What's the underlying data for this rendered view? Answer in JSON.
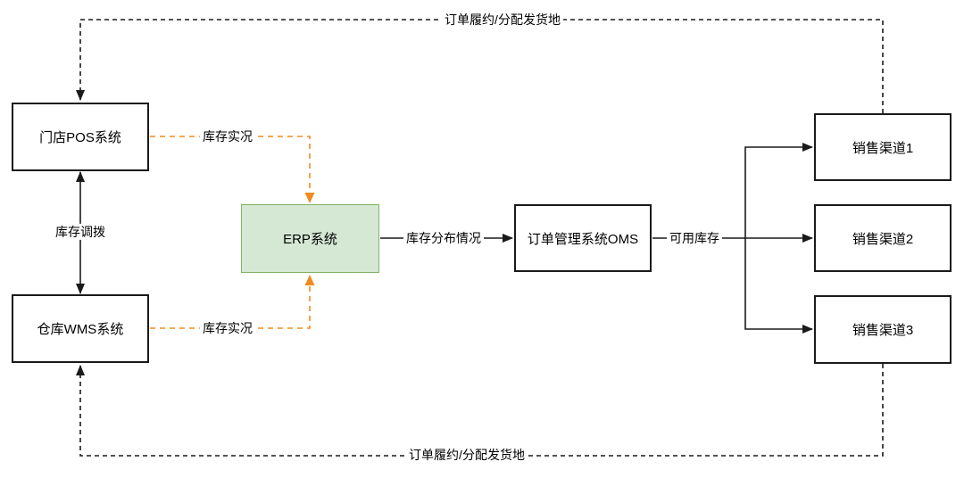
{
  "diagram": {
    "type": "system-architecture-flowchart",
    "colors": {
      "line_black": "#1a1a1a",
      "accent_orange": "#f28b1d",
      "erp_fill_green": "#d5e8d4",
      "erp_border_green": "#82b366",
      "node_fill": "#ffffff",
      "background": "#ffffff"
    },
    "nodes": [
      {
        "id": "pos",
        "label": "门店POS系统"
      },
      {
        "id": "wms",
        "label": "仓库WMS系统"
      },
      {
        "id": "erp",
        "label": "ERP系统"
      },
      {
        "id": "oms",
        "label": "订单管理系统OMS"
      },
      {
        "id": "sc1",
        "label": "销售渠道1"
      },
      {
        "id": "sc2",
        "label": "销售渠道2"
      },
      {
        "id": "sc3",
        "label": "销售渠道3"
      }
    ],
    "edges": [
      {
        "from": "sc1",
        "to": "pos",
        "label": "订单履约/分配发货地",
        "style": "dashed-black",
        "arrow": "into-pos-top"
      },
      {
        "from": "sc3",
        "to": "wms",
        "label": "订单履约/分配发货地",
        "style": "dashed-black",
        "arrow": "into-wms-bottom"
      },
      {
        "from": "pos",
        "to": "wms",
        "label": "库存调拨",
        "style": "solid-black",
        "arrow": "both-ends"
      },
      {
        "from": "pos",
        "to": "erp",
        "label": "库存实况",
        "style": "dashed-orange",
        "arrow": "into-erp-top"
      },
      {
        "from": "wms",
        "to": "erp",
        "label": "库存实况",
        "style": "dashed-orange",
        "arrow": "into-erp-bottom"
      },
      {
        "from": "erp",
        "to": "oms",
        "label": "库存分布情况",
        "style": "solid-black",
        "arrow": "into-oms-left"
      },
      {
        "from": "oms",
        "to": "sc1,sc2,sc3",
        "label": "可用库存",
        "style": "solid-black",
        "arrow": "into-channels-left"
      }
    ]
  }
}
